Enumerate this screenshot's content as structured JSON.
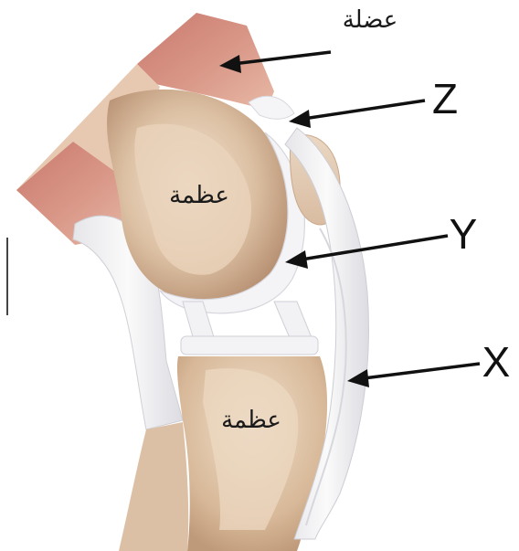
{
  "labels": {
    "muscle": "عضلة",
    "bone_upper": "عظمة",
    "bone_lower": "عظمة",
    "z": "Z",
    "y": "Y",
    "x": "X"
  }
}
